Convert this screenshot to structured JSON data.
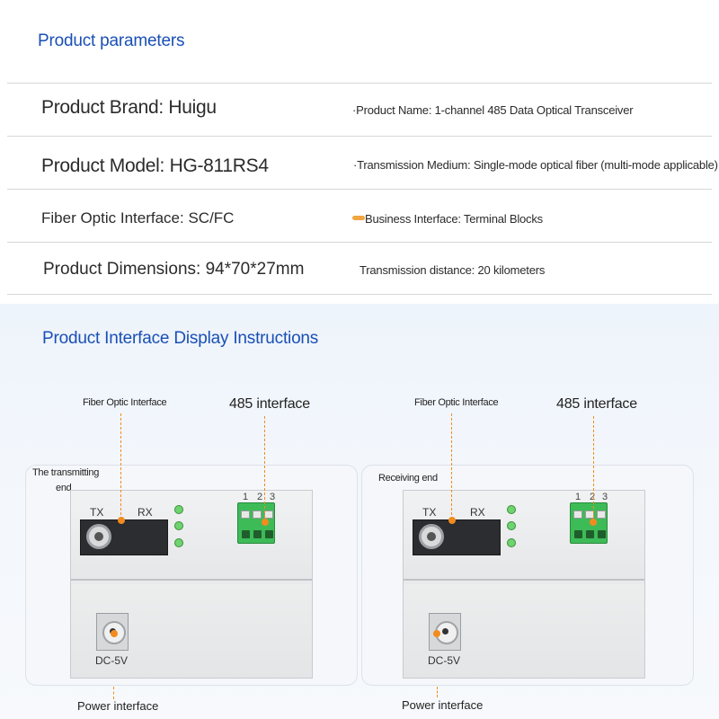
{
  "params_title": "Product parameters",
  "params": {
    "brand": "Product Brand: Huigu",
    "product_name": "·Product Name: 1-channel 485 Data Optical Transceiver",
    "model": "Product Model: HG-811RS4",
    "medium": "·Transmission Medium: Single-mode optical fiber (multi-mode applicable)",
    "fiber_interface": "Fiber Optic Interface: SC/FC",
    "business_interface": "Business Interface: Terminal Blocks",
    "dimensions": "Product Dimensions: 94*70*27mm",
    "distance": "Transmission distance: 20 kilometers"
  },
  "interface_title": "Product Interface Display Instructions",
  "left_device": {
    "fiber_callout": "Fiber Optic Interface",
    "rs485_callout": "485 interface",
    "end_label_line1": "The transmitting",
    "end_label_line2": "end",
    "tx": "TX",
    "rx": "RX",
    "t1": "1",
    "t2": "2",
    "t3": "3",
    "dc": "DC-5V",
    "power_callout": "Power interface"
  },
  "right_device": {
    "fiber_callout": "Fiber Optic Interface",
    "rs485_callout": "485 interface",
    "end_label": "Receiving end",
    "tx": "TX",
    "rx": "RX",
    "t1": "1",
    "t2": "2",
    "t3": "3",
    "dc": "DC-5V",
    "power_callout": "Power interface"
  },
  "colors": {
    "title_blue": "#1a4fb5",
    "accent_orange": "#f28c1e",
    "terminal_green": "#3dbb57",
    "led_green": "#6fd36f"
  }
}
